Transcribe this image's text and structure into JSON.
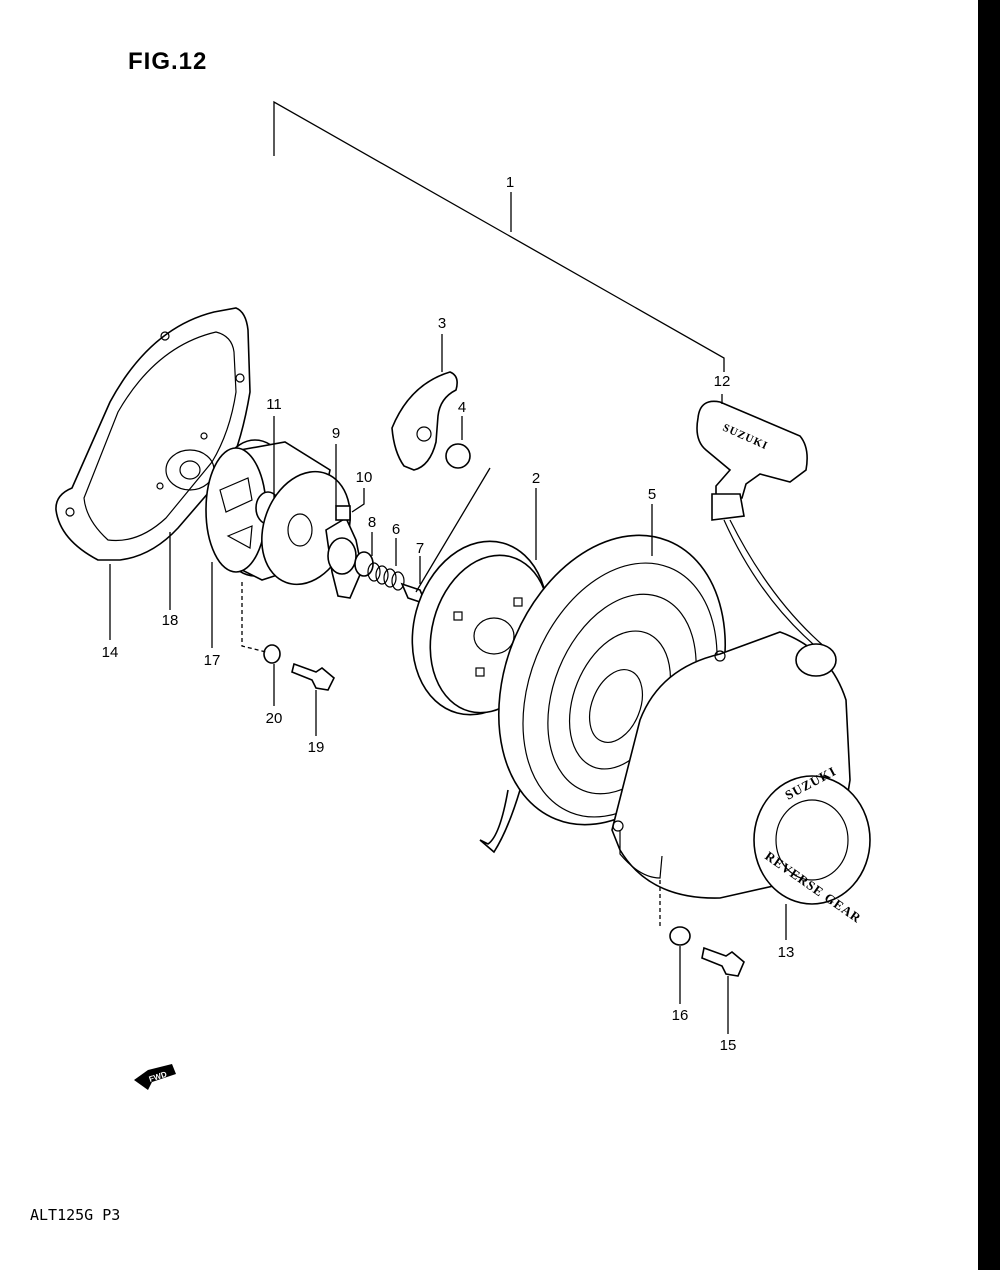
{
  "figure": {
    "title": "FIG.12",
    "footer": "ALT125G P3"
  },
  "callouts": [
    "1",
    "2",
    "3",
    "4",
    "5",
    "6",
    "7",
    "8",
    "9",
    "10",
    "11",
    "12",
    "13",
    "14",
    "15",
    "16",
    "17",
    "18",
    "19",
    "20"
  ],
  "embossed_text": {
    "cover_top": "SUZUKI",
    "cover_bottom": "REVERSE GEAR",
    "handle": "SUZUKI"
  },
  "fwd_arrow_label": "FWD",
  "colors": {
    "ink": "#000000",
    "paper": "#ffffff",
    "scan_edge": "#000000"
  }
}
